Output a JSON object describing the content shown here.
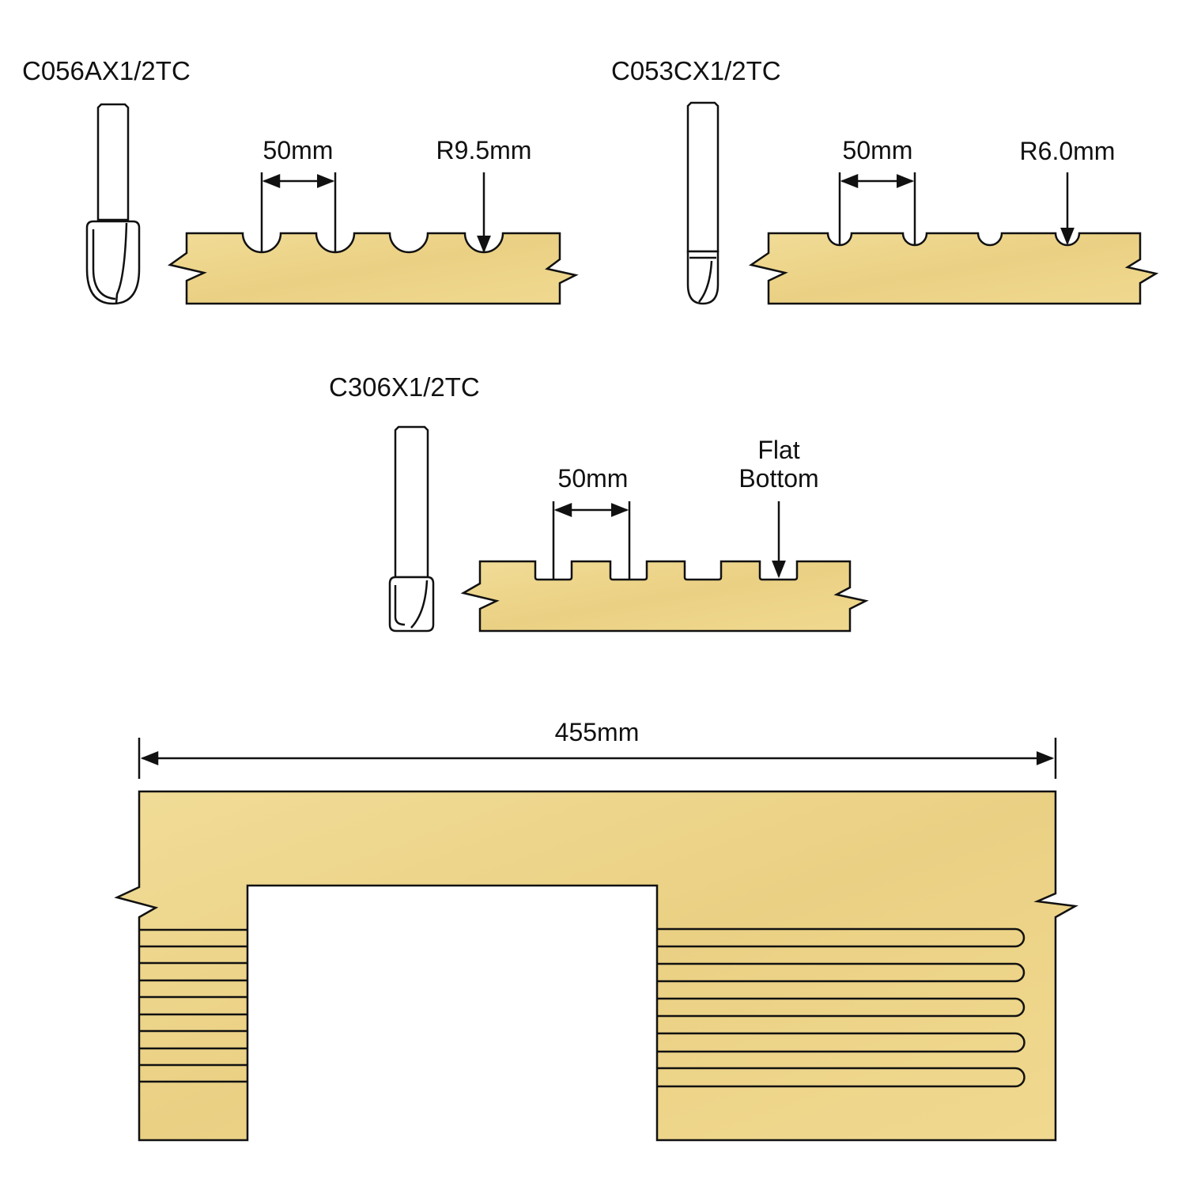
{
  "colors": {
    "wood_light": "#f1dc97",
    "wood_dark": "#e2c373",
    "outline": "#111111"
  },
  "profiles": [
    {
      "code": "C056AX1/2TC",
      "spacing_label": "50mm",
      "callout_label": "R9.5mm",
      "groove": "round"
    },
    {
      "code": "C053CX1/2TC",
      "spacing_label": "50mm",
      "callout_label": "R6.0mm",
      "groove": "round"
    },
    {
      "code": "C306X1/2TC",
      "spacing_label": "50mm",
      "callout_line1": "Flat",
      "callout_line2": "Bottom",
      "groove": "flat"
    }
  ],
  "layout_board": {
    "width_label": "455mm"
  }
}
